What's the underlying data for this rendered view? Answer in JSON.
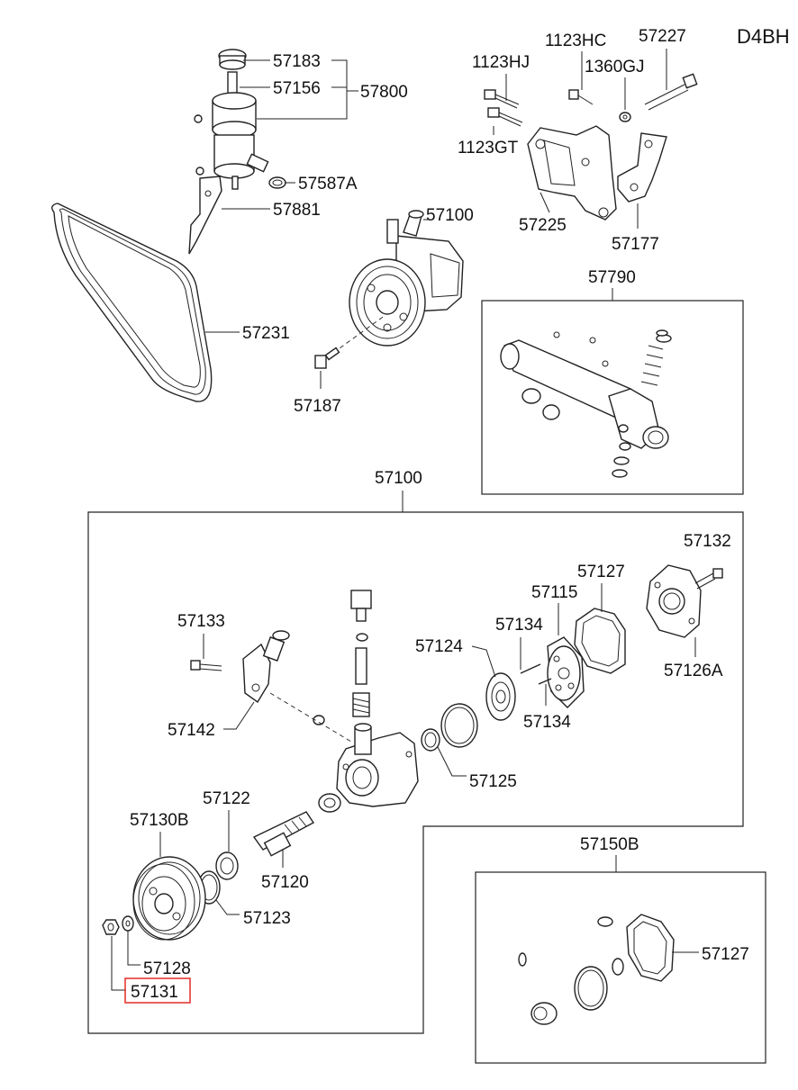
{
  "engine_code": "D4BH",
  "labels": {
    "p57183": "57183",
    "p57156": "57156",
    "p57800": "57800",
    "p57587A": "57587A",
    "p57881": "57881",
    "p57231": "57231",
    "p57100_top": "57100",
    "p57187": "57187",
    "p1123HC": "1123HC",
    "p57227": "57227",
    "p1123HJ": "1123HJ",
    "p1360GJ": "1360GJ",
    "p1123GT": "1123GT",
    "p57225": "57225",
    "p57177": "57177",
    "p57790": "57790",
    "p57100_main": "57100",
    "p57132": "57132",
    "p57127": "57127",
    "p57115": "57115",
    "p57133": "57133",
    "p57134a": "57134",
    "p57124": "57124",
    "p57126A": "57126A",
    "p57134b": "57134",
    "p57142": "57142",
    "p57125": "57125",
    "p57122": "57122",
    "p57130B": "57130B",
    "p57120": "57120",
    "p57123": "57123",
    "p57128": "57128",
    "p57131": "57131",
    "p57150B": "57150B",
    "p57127b": "57127"
  },
  "highlight": {
    "part": "57131",
    "color": "#e53935"
  }
}
